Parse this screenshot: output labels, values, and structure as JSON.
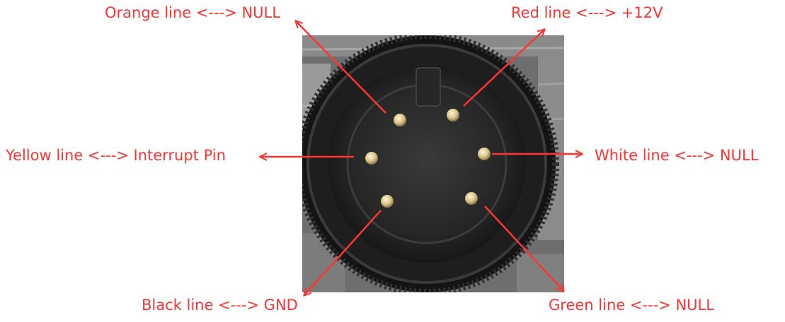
{
  "colors": {
    "accent": "#ff3333",
    "connector_dark": "#1c1c1c",
    "connector_mid": "#2e2e2e",
    "pin_gold": "#d8c58a",
    "background": "#ffffff"
  },
  "pins": [
    {
      "id": "orange",
      "label": "Orange line <---> NULL"
    },
    {
      "id": "red",
      "label": "Red line <---> +12V"
    },
    {
      "id": "yellow",
      "label": "Yellow line <---> Interrupt Pin"
    },
    {
      "id": "white",
      "label": "White line <---> NULL"
    },
    {
      "id": "black",
      "label": "Black line <---> GND"
    },
    {
      "id": "green",
      "label": "Green line <---> NULL"
    }
  ]
}
